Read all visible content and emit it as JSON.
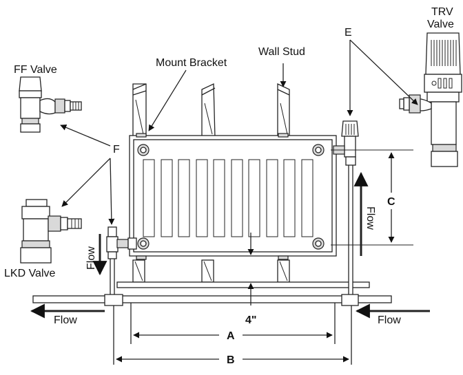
{
  "labels": {
    "ff_valve": "FF Valve",
    "mount_bracket": "Mount Bracket",
    "wall_stud": "Wall Stud",
    "e": "E",
    "trv_line1": "TRV",
    "trv_line2": "Valve",
    "f": "F",
    "lkd_valve": "LKD Valve",
    "flow_left_vertical": "Flow",
    "flow_right_vertical": "Flow",
    "flow_bottom_left": "Flow",
    "flow_bottom_right": "Flow",
    "dim_c": "C",
    "dim_4in": "4\"",
    "dim_a": "A",
    "dim_b": "B"
  },
  "icons": {
    "ff_valve": "angle-radiator-valve-icon",
    "lkd_valve": "lockshield-valve-icon",
    "trv_valve": "thermostatic-radiator-valve-icon"
  },
  "colors": {
    "line": "#222222",
    "fill": "#ffffff",
    "shade": "#d9d9d9"
  }
}
